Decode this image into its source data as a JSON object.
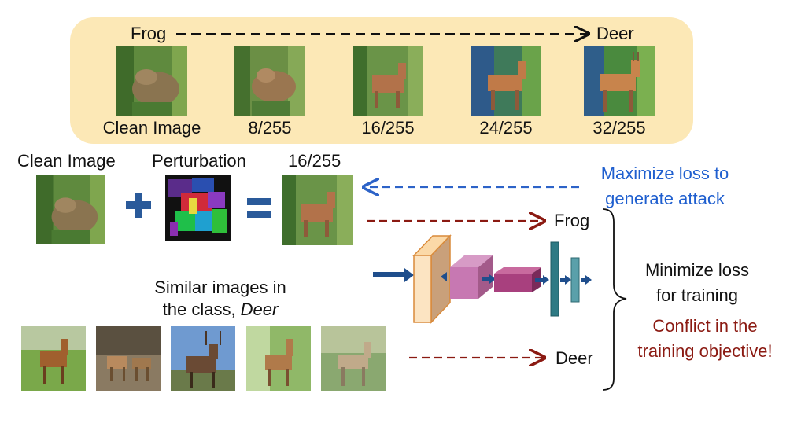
{
  "top_panel": {
    "from_label": "Frog",
    "to_label": "Deer",
    "images": [
      {
        "caption": "Clean Image",
        "kind": "frog"
      },
      {
        "caption": "8/255",
        "kind": "frog-deer-1"
      },
      {
        "caption": "16/255",
        "kind": "frog-deer-2"
      },
      {
        "caption": "24/255",
        "kind": "frog-deer-3"
      },
      {
        "caption": "32/255",
        "kind": "frog-deer-4"
      }
    ]
  },
  "equation": {
    "clean_label": "Clean Image",
    "perturbation_label": "Perturbation",
    "result_label": "16/255",
    "plus": "+",
    "equals": "="
  },
  "attack_note": {
    "line1": "Maximize loss to",
    "line2": "generate attack"
  },
  "network": {
    "frog_label": "Frog",
    "deer_label": "Deer"
  },
  "training_note": {
    "line1": "Minimize loss",
    "line2": "for training"
  },
  "conflict_note": {
    "line1": "Conflict in the",
    "line2": "training objective!"
  },
  "similar": {
    "line1": "Similar images in",
    "line2_prefix": "the class, ",
    "line2_class": "Deer",
    "images": [
      "deer-1",
      "deer-2",
      "deer-3",
      "deer-4",
      "deer-5"
    ]
  },
  "colors": {
    "panel_bg": "#fce8b6",
    "attack_blue": "#1f5fcf",
    "conflict_red": "#8b1a12",
    "arrow_navy": "#1f4e8c"
  }
}
